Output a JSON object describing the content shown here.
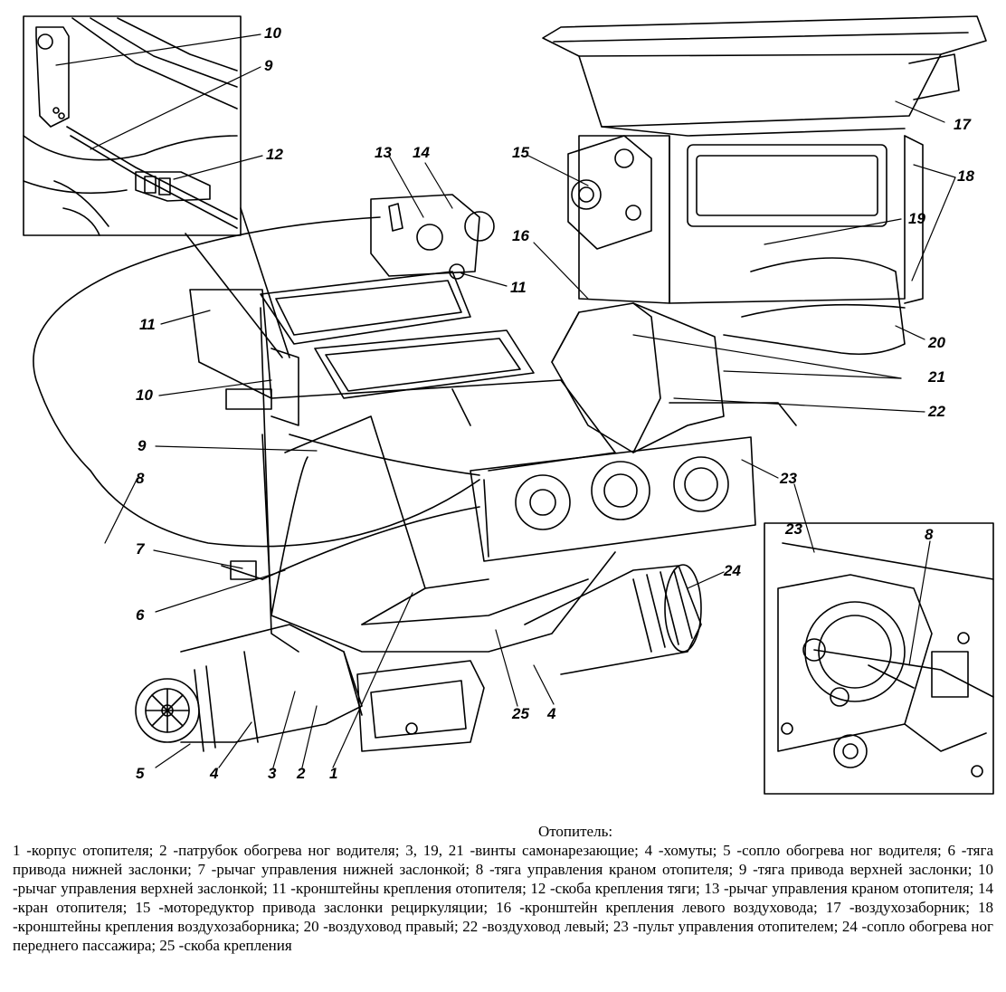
{
  "callouts": {
    "c10_top": "10",
    "c9_top": "9",
    "c12": "12",
    "c13": "13",
    "c14": "14",
    "c15": "15",
    "c16": "16",
    "c11_right": "11",
    "c17": "17",
    "c18": "18",
    "c19": "19",
    "c20": "20",
    "c21": "21",
    "c22": "22",
    "c23": "23",
    "c11_left": "11",
    "c10_left": "10",
    "c9_left": "9",
    "c8_left": "8",
    "c7": "7",
    "c6": "6",
    "c5": "5",
    "c4_left": "4",
    "c3": "3",
    "c2": "2",
    "c1": "1",
    "c25": "25",
    "c4_right": "4",
    "c24": "24",
    "c23_inset": "23",
    "c8_inset": "8"
  },
  "caption": {
    "title": "Отопитель:",
    "text": "1 -корпус отопителя; 2 -патрубок обогрева ног водителя; 3, 19, 21 -винты самонарезающие; 4 -хомуты; 5 -сопло обогрева ног водителя; 6 -тяга привода нижней заслонки; 7 -рычаг управления нижней заслонкой; 8 -тяга управления краном отопителя; 9 -тяга привода верхней заслонки; 10 -рычаг управления верхней заслонкой; 11 -кронштейны крепления отопителя; 12 -скоба крепления тяги; 13 -рычаг управления краном отопителя; 14 -кран отопителя; 15 -моторедуктор привода заслонки рециркуляции; 16 -кронштейн крепления левого воздуховода; 17 -воздухозаборник; 18 -кронштейны крепления воздухозаборника; 20 -воздуховод правый; 22 -воздуховод левый; 23 -пульт управления отопителем; 24 -сопло обогрева ног переднего пассажира; 25 -скоба крепления"
  }
}
